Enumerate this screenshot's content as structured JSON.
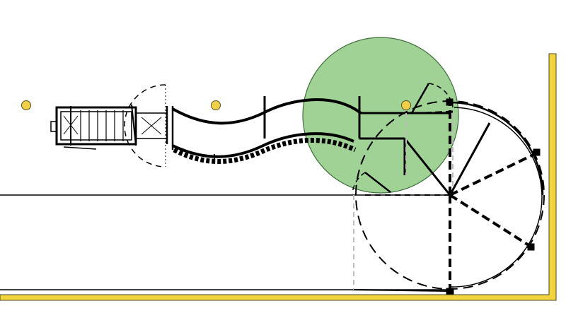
{
  "colors": {
    "background": "#ffffff",
    "wall": "#f2d43d",
    "wall_outline": "#4a4a2a",
    "marker": "#f0d048",
    "marker_outline": "#5a5320",
    "zone_fill": "#8fca84",
    "zone_stroke": "#3e6e3a",
    "ink": "#000000",
    "ghost": "#bdbdbd"
  },
  "legend": [],
  "markers": [
    {
      "name": "marker-1"
    },
    {
      "name": "marker-2"
    },
    {
      "name": "marker-3"
    }
  ],
  "icons": {
    "vehicle": "cart-icon"
  }
}
